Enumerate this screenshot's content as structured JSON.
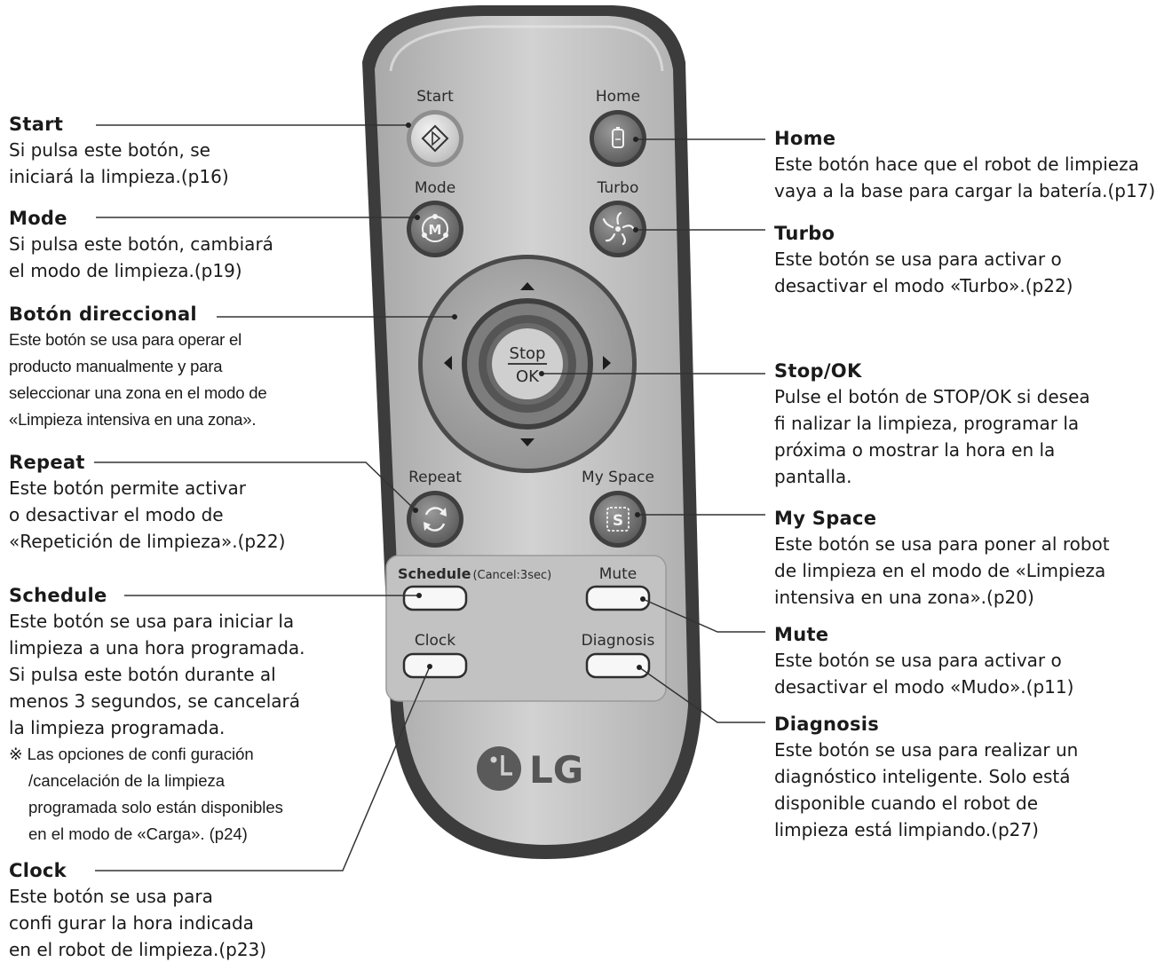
{
  "remote": {
    "labels": {
      "start": "Start",
      "home": "Home",
      "mode": "Mode",
      "turbo": "Turbo",
      "repeat": "Repeat",
      "myspace": "My Space",
      "schedule": "Schedule",
      "schedule_cancel": "(Cancel:3sec)",
      "mute": "Mute",
      "clock": "Clock",
      "diagnosis": "Diagnosis",
      "stop": "Stop",
      "ok": "OK",
      "brand": "LG",
      "mode_glyph": "M",
      "myspace_glyph": "S"
    },
    "colors": {
      "body": "#c8c8c8",
      "frame": "#3a3a3a",
      "button": "#6e6e6e",
      "text": "#2a2a2a"
    }
  },
  "annotations": {
    "start": {
      "title": "Start",
      "desc": "Si pulsa este botón, se\niniciará la limpieza.(p16)"
    },
    "mode": {
      "title": "Mode",
      "desc": "Si pulsa este botón, cambiará\nel modo de limpieza.(p19)"
    },
    "direction": {
      "title": "Botón direccional",
      "desc": "Este botón se usa para operar el\nproducto manualmente y para\nseleccionar una zona en el modo de\n«Limpieza intensiva en una zona»."
    },
    "repeat": {
      "title": "Repeat",
      "desc": "Este botón permite activar\no desactivar el modo de\n«Repetición de limpieza».(p22)"
    },
    "schedule": {
      "title": "Schedule",
      "desc": "Este botón se usa para iniciar la\nlimpieza a una hora programada.\nSi pulsa este botón durante al\nmenos 3 segundos, se cancelará\nla limpieza programada.",
      "note": "※ Las opciones de confi guración\n/cancelación de la limpieza\nprogramada solo están disponibles\nen el modo de «Carga». (p24)"
    },
    "clock": {
      "title": "Clock",
      "desc": "Este botón se usa para\nconfi gurar la hora indicada\nen el robot de limpieza.(p23)"
    },
    "home": {
      "title": "Home",
      "desc": "Este botón hace que el robot de limpieza\nvaya a la base para cargar la batería.(p17)"
    },
    "turbo": {
      "title": "Turbo",
      "desc": "Este botón se usa para activar o\ndesactivar el modo «Turbo».(p22)"
    },
    "stopok": {
      "title": "Stop/OK",
      "desc": "Pulse el botón de STOP/OK si desea\nfi nalizar la limpieza, programar la\npróxima o mostrar la hora en la\npantalla."
    },
    "myspace": {
      "title": "My Space",
      "desc": "Este botón se usa para poner al robot\nde limpieza en el modo de «Limpieza\nintensiva en una zona».(p20)"
    },
    "mute": {
      "title": "Mute",
      "desc": "Este botón se usa para activar o\ndesactivar el modo «Mudo».(p11)"
    },
    "diagnosis": {
      "title": "Diagnosis",
      "desc": "Este botón se usa para realizar un\ndiagnóstico inteligente. Solo está\ndisponible cuando el robot de\nlimpieza está limpiando.(p27)"
    }
  }
}
